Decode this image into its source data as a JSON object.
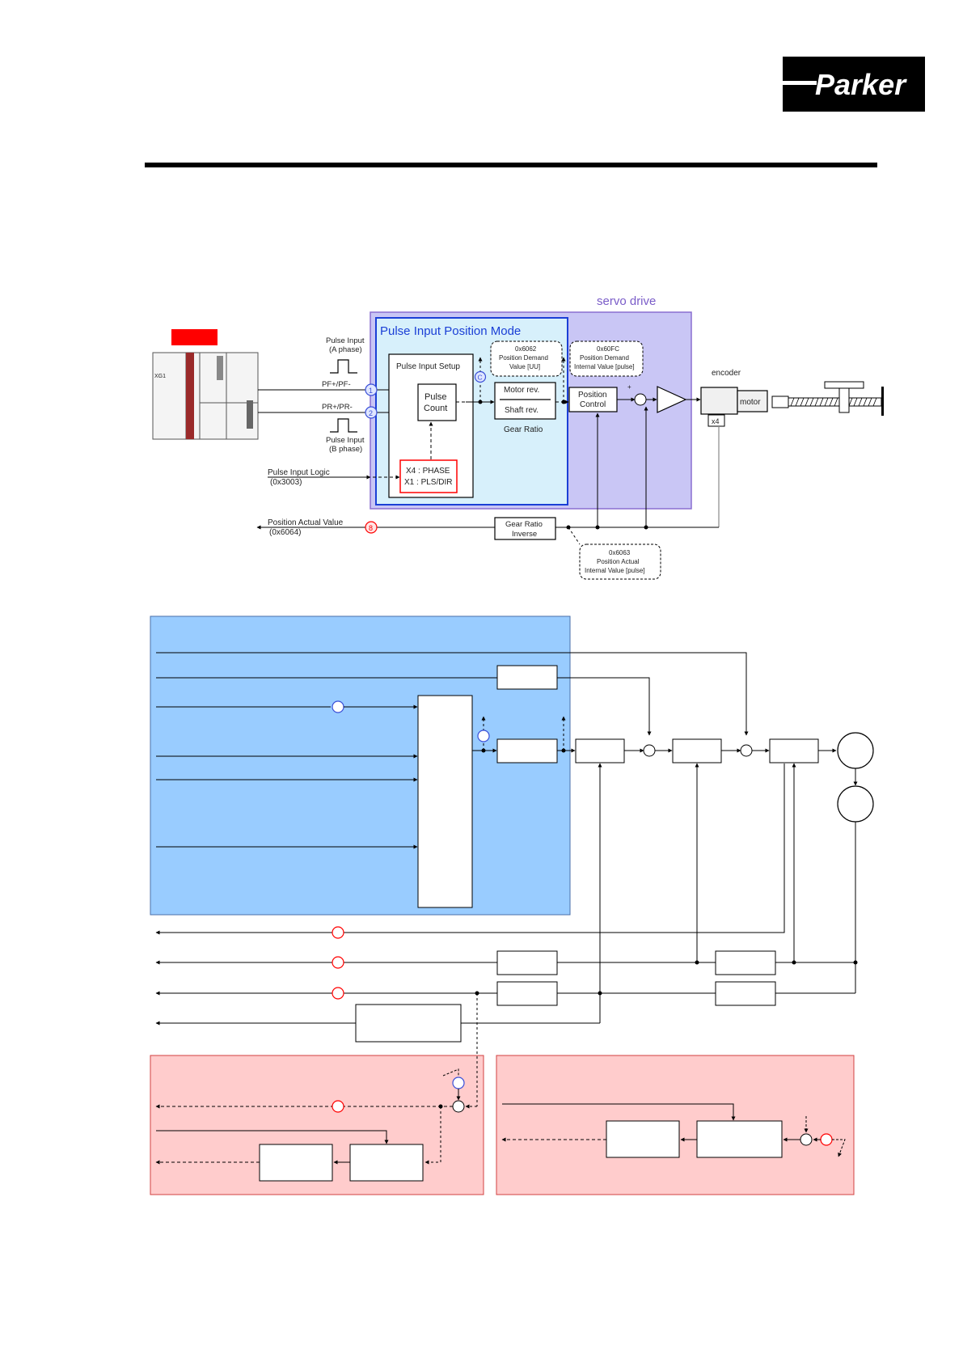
{
  "brand": {
    "logo_text": "Parker"
  },
  "colors": {
    "blue_panel": "#99ccff",
    "pink_panel": "#ffcccc",
    "lavender": "#c9c6f5",
    "cyan": "#d7f0fb",
    "red": "#ff0000",
    "blue_marker": "#3a4fd8",
    "purple_title": "#7a5cc8",
    "mode_title": "#1b3fd6"
  },
  "diagram1": {
    "servo_drive_label": "servo drive",
    "mode_title": "Pulse Input Position Mode",
    "pulse_input_setup": "Pulse Input Setup",
    "pulse_count_l1": "Pulse",
    "pulse_count_l2": "Count",
    "phase_l1": "X4 : PHASE",
    "phase_l2": "X1 : PLS/DIR",
    "pulse_a_l1": "Pulse Input",
    "pulse_a_l2": "(A phase)",
    "pulse_b_l1": "Pulse Input",
    "pulse_b_l2": "(B phase)",
    "pf_label": "PF+/PF-",
    "pr_label": "PR+/PR-",
    "marker_1": "1",
    "marker_2": "2",
    "marker_c": "C",
    "marker_8": "8",
    "logic_l1": "Pulse Input Logic",
    "logic_l2": "(0x3003)",
    "pd_value_l1": "0x6062",
    "pd_value_l2": "Position Demand",
    "pd_value_l3": "Value [UU]",
    "pd_internal_l1": "0x60FC",
    "pd_internal_l2": "Position Demand",
    "pd_internal_l3": "Internal Value [pulse]",
    "motor_rev": "Motor rev.",
    "shaft_rev": "Shaft rev.",
    "gear_ratio": "Gear Ratio",
    "position_control_l1": "Position",
    "position_control_l2": "Control",
    "plus_sign": "+",
    "minus_sign": "-",
    "encoder": "encoder",
    "motor": "motor",
    "x4": "x4",
    "pav_l1": "Position Actual Value",
    "pav_l2": "(0x6064)",
    "gear_inverse_l1": "Gear Ratio",
    "gear_inverse_l2": "Inverse",
    "pa_internal_l1": "0x6063",
    "pa_internal_l2": "Position Actual",
    "pa_internal_l3": "Internal Value [pulse]",
    "plc_tag": "XG1"
  }
}
